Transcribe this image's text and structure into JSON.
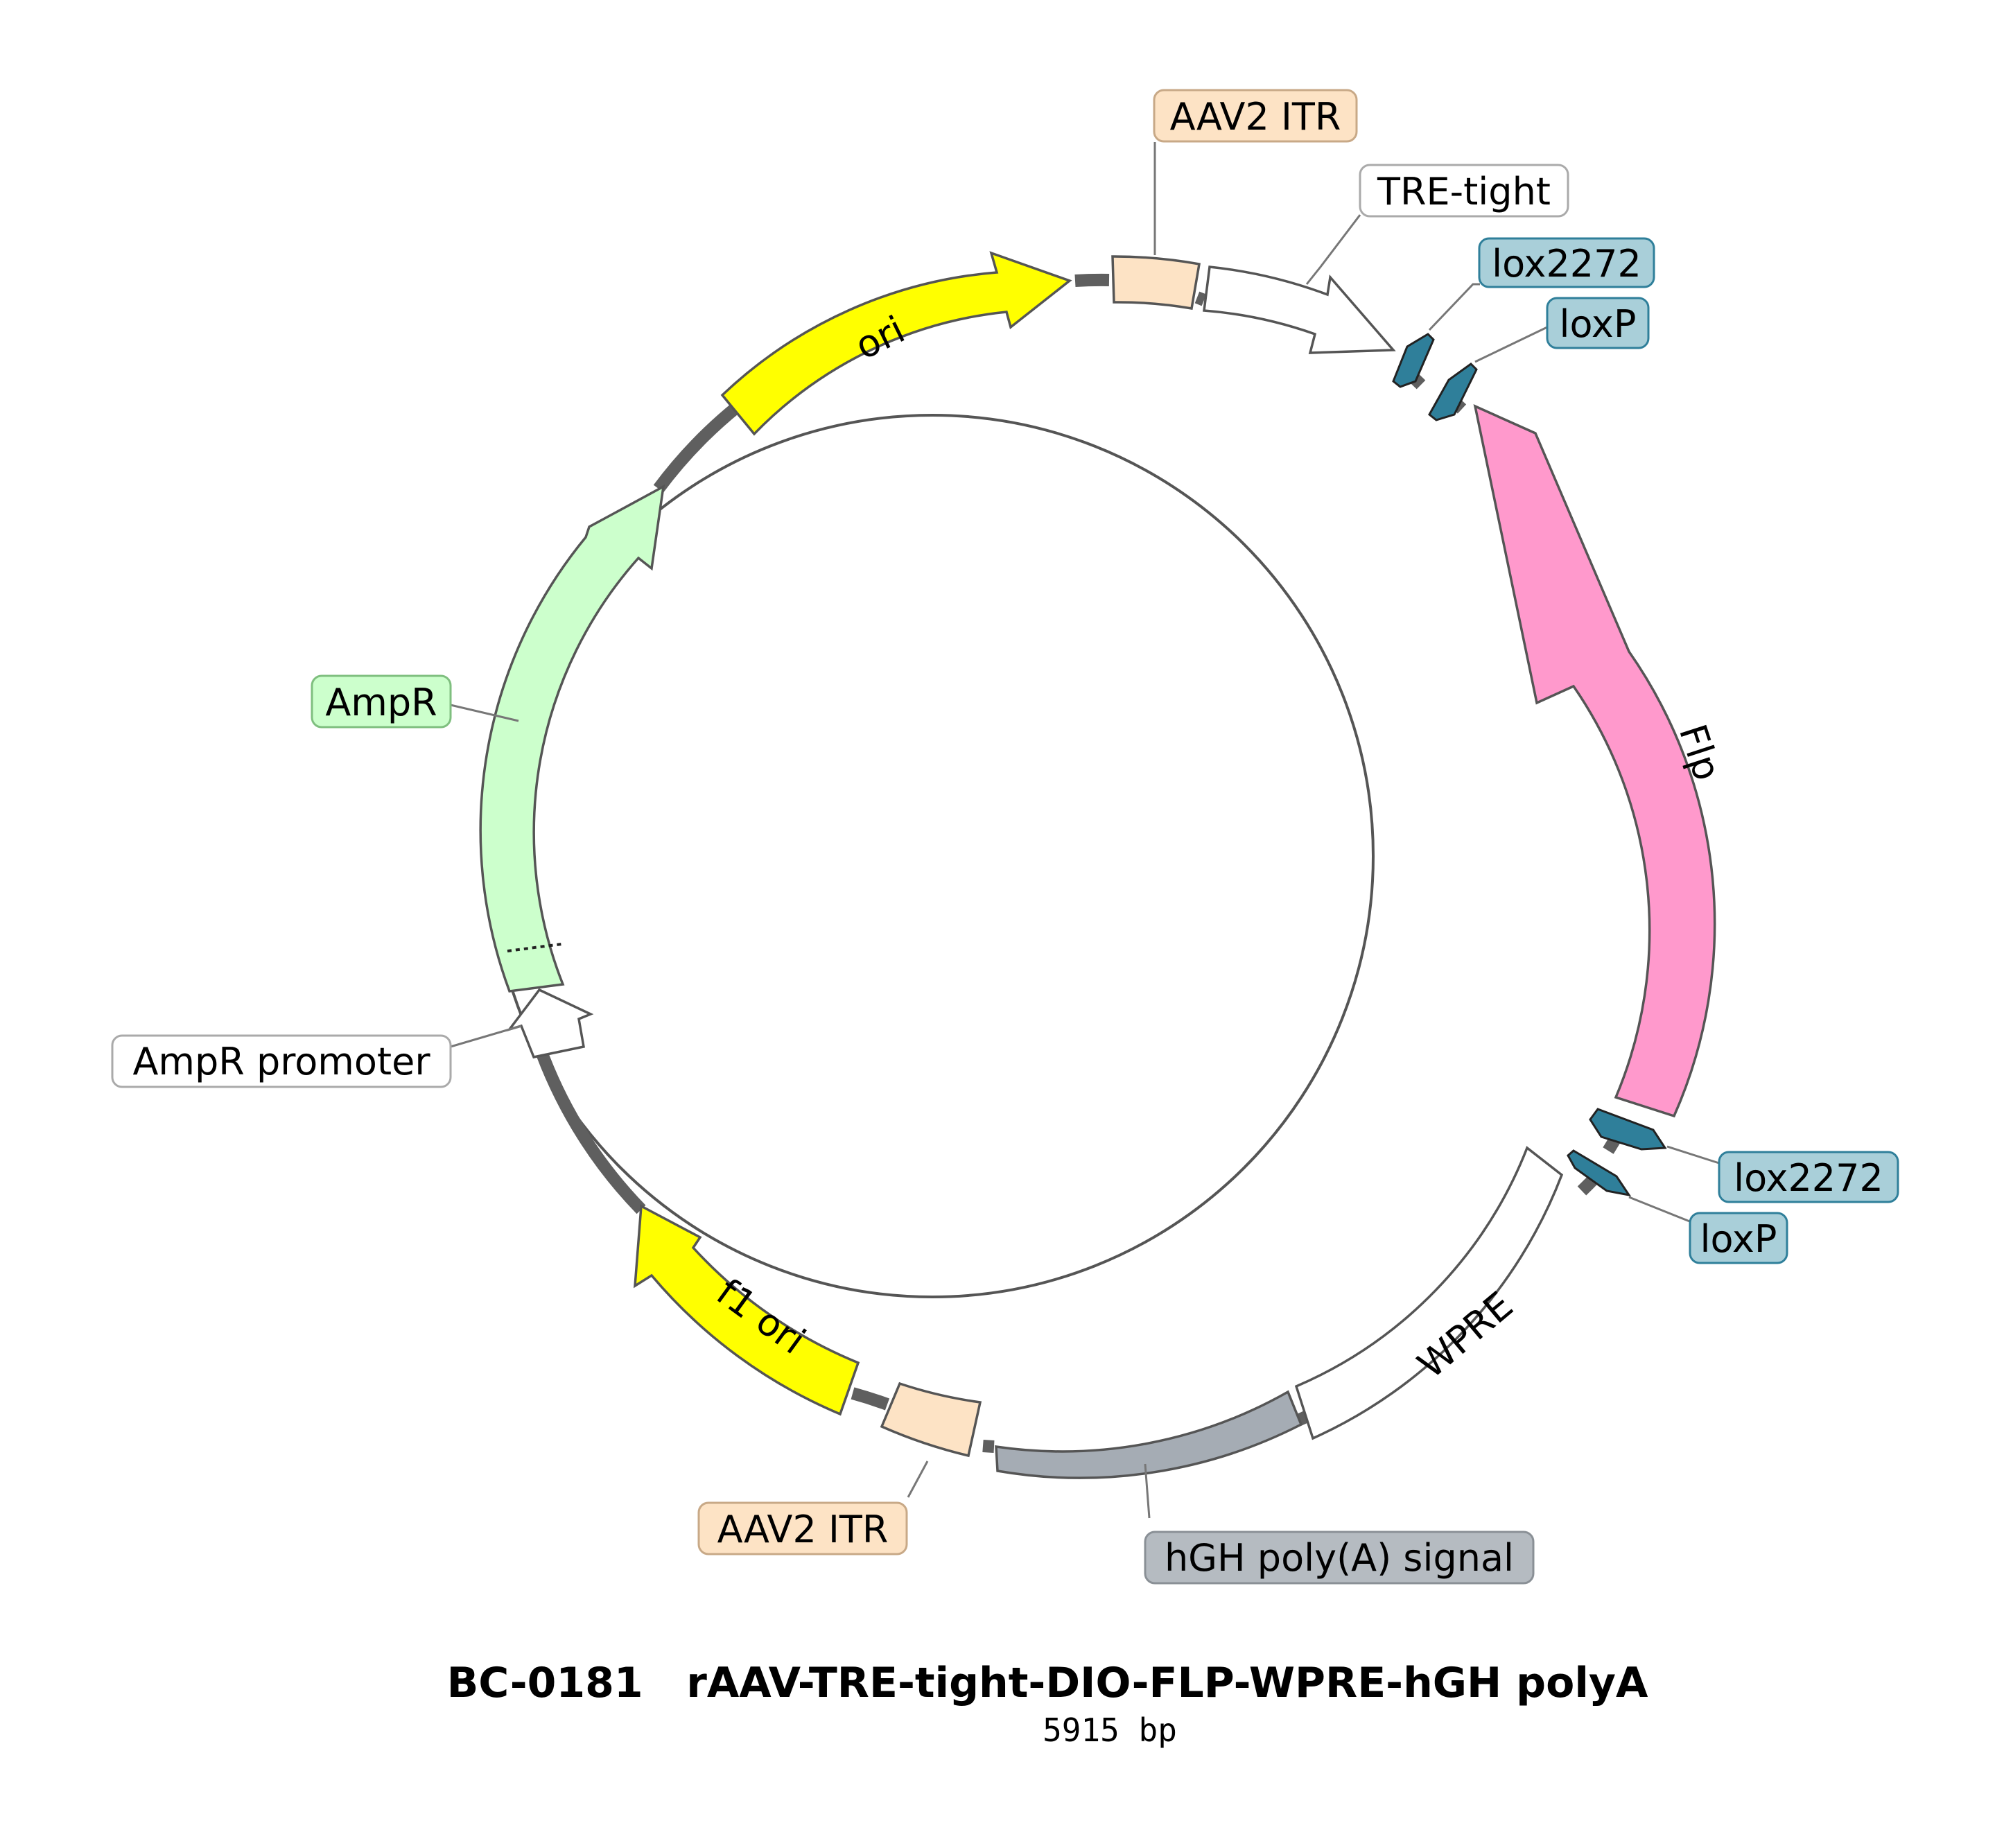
{
  "plasmid": {
    "id": "BC-0181",
    "name": "rAAV-TRE-tight-DIO-FLP-WPRE-hGH polyA",
    "size": "5915 bp"
  },
  "colors": {
    "itr": "#fde3c5",
    "promoter": "#ffffff",
    "lox": "#2f7f9a",
    "lox_label": "#a9cfd9",
    "flp": "#ff99cc",
    "wpre": "#ffffff",
    "polya": "#a5acb4",
    "ori": "#ffff00",
    "ampr": "#ccffcc",
    "backbone": "#5f5f5f",
    "outline": "#555555"
  },
  "features": [
    {
      "label": "AAV2 ITR",
      "type": "itr"
    },
    {
      "label": "TRE-tight",
      "type": "promoter"
    },
    {
      "label": "lox2272",
      "type": "lox"
    },
    {
      "label": "loxP",
      "type": "lox"
    },
    {
      "label": "Flp",
      "type": "cds"
    },
    {
      "label": "lox2272",
      "type": "lox"
    },
    {
      "label": "loxP",
      "type": "lox"
    },
    {
      "label": "WPRE",
      "type": "misc"
    },
    {
      "label": "hGH poly(A) signal",
      "type": "polya"
    },
    {
      "label": "AAV2 ITR",
      "type": "itr"
    },
    {
      "label": "f1 ori",
      "type": "rep_origin"
    },
    {
      "label": "AmpR promoter",
      "type": "promoter"
    },
    {
      "label": "AmpR",
      "type": "cds"
    },
    {
      "label": "ori",
      "type": "rep_origin"
    }
  ]
}
